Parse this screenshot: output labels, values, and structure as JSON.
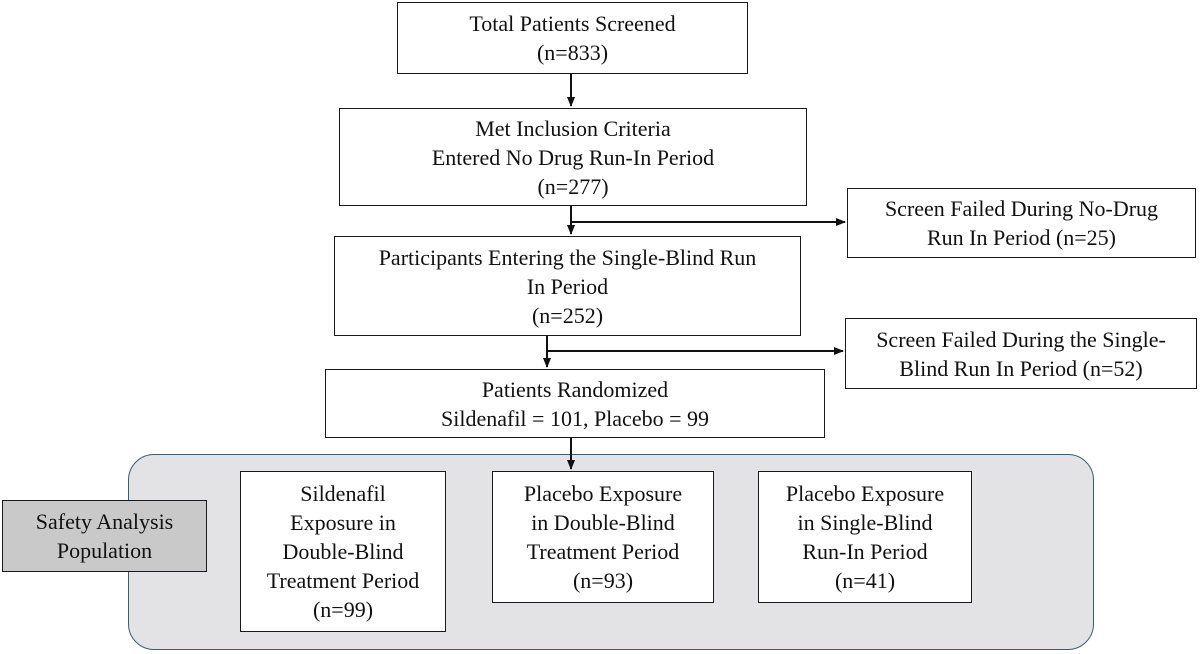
{
  "boxes": {
    "screened": {
      "lines": [
        "Total Patients Screened",
        "(n=833)"
      ]
    },
    "inclusion": {
      "lines": [
        "Met Inclusion Criteria",
        "Entered No Drug Run-In Period",
        "(n=277)"
      ]
    },
    "single_blind": {
      "lines": [
        "Participants Entering the Single-Blind  Run",
        "In Period",
        "(n=252)"
      ]
    },
    "randomized": {
      "lines": [
        "Patients Randomized",
        "Sildenafil  = 101, Placebo = 99"
      ]
    },
    "fail_no_drug": {
      "lines": [
        "Screen Failed During No-Drug",
        "Run In Period (n=25)"
      ]
    },
    "fail_single_blind": {
      "lines": [
        "Screen Failed During the Single-",
        "Blind Run In Period (n=52)"
      ]
    },
    "sildenafil_db": {
      "lines": [
        "Sildenafil",
        "Exposure in",
        "Double-Blind",
        "Treatment Period",
        "(n=99)"
      ]
    },
    "placebo_db": {
      "lines": [
        "Placebo Exposure",
        "in Double-Blind",
        "Treatment Period",
        "(n=93)"
      ]
    },
    "placebo_sb": {
      "lines": [
        "Placebo Exposure",
        "in Single-Blind",
        "Run-In Period",
        "(n=41)"
      ]
    }
  },
  "safety_label": {
    "lines": [
      "Safety Analysis",
      "Population"
    ]
  }
}
